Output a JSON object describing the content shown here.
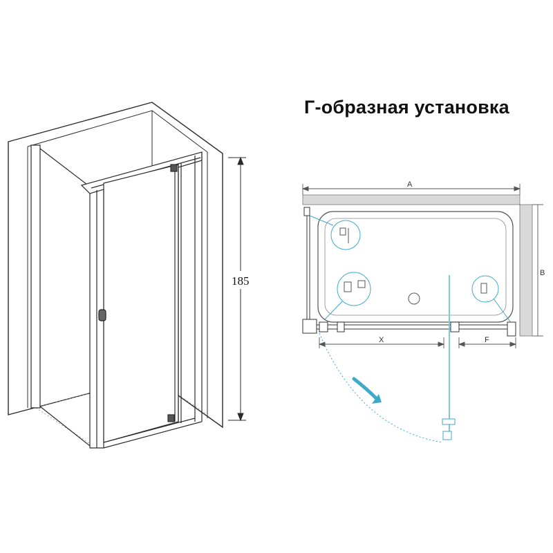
{
  "title": "Г-образная установка",
  "height_dimension": "185",
  "plan_labels": {
    "a": "A",
    "b": "B",
    "x": "X",
    "f": "F"
  },
  "colors": {
    "line": "#2b2b2b",
    "thin_line": "#8a8a8a",
    "wall": "#d9d9d9",
    "glass": "#7ec8d8",
    "arrow": "#3fa9c9"
  }
}
